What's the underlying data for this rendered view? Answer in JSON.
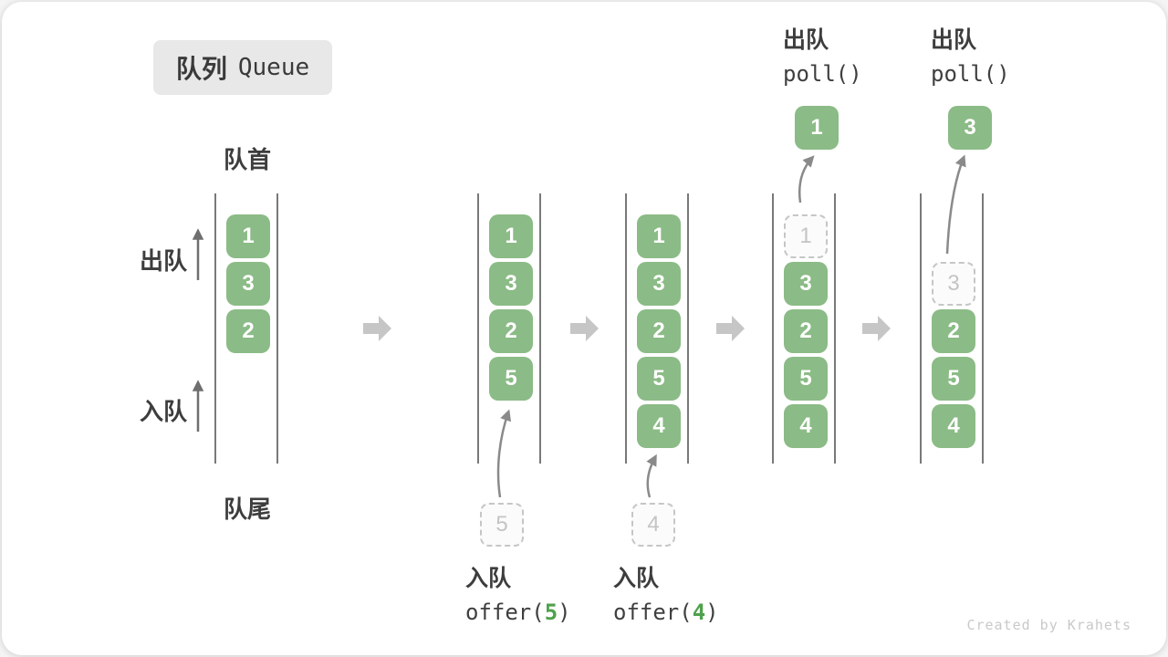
{
  "title": {
    "zh": "队列",
    "en": "Queue"
  },
  "labels": {
    "front": "队首",
    "rear": "队尾",
    "dequeue_side": "出队",
    "enqueue_side": "入队"
  },
  "queues": [
    {
      "name": "initial-state",
      "boxes": [
        "1",
        "3",
        "2"
      ]
    },
    {
      "name": "after-offer-5",
      "boxes": [
        "1",
        "3",
        "2",
        "5"
      ],
      "pending": "5"
    },
    {
      "name": "after-offer-4",
      "boxes": [
        "1",
        "3",
        "2",
        "5",
        "4"
      ],
      "pending": "4"
    },
    {
      "name": "after-poll-1",
      "removed": "1",
      "boxes": [
        "3",
        "2",
        "5",
        "4"
      ],
      "polled": "1"
    },
    {
      "name": "after-poll-3",
      "removed": "3",
      "boxes": [
        "2",
        "5",
        "4"
      ],
      "polled": "3"
    }
  ],
  "operations": {
    "offer5": {
      "zh": "入队",
      "fn": "offer(",
      "arg": "5",
      "close": ")"
    },
    "offer4": {
      "zh": "入队",
      "fn": "offer(",
      "arg": "4",
      "close": ")"
    },
    "poll1": {
      "zh": "出队",
      "code": "poll()"
    },
    "poll3": {
      "zh": "出队",
      "code": "poll()"
    }
  },
  "watermark": "Created by Krahets",
  "colors": {
    "box_green": "#8bbb86",
    "code_arg_green": "#4fa14c",
    "dashed_gray": "#c6c6c6",
    "wall_gray": "#4d4d4d",
    "curved_arrow_gray": "#8a8a8a",
    "block_arrow_gray": "#c6c6c6",
    "badge_bg": "#e8e8e8",
    "text_dark": "#3d3d3d",
    "watermark_gray": "#c9c9c9"
  }
}
